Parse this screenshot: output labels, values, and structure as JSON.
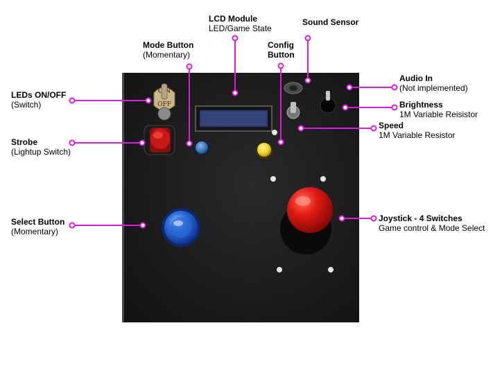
{
  "accent_color": "#e01ae0",
  "labels": {
    "lcd": {
      "title": "LCD Module",
      "subtitle": "LED/Game State"
    },
    "sound": {
      "title": "Sound Sensor"
    },
    "mode": {
      "title": "Mode Button",
      "subtitle": "(Momentary)"
    },
    "config": {
      "title": "Config",
      "subtitle": "Button"
    },
    "leds": {
      "title": "LEDs ON/OFF",
      "subtitle": "(Switch)"
    },
    "audio": {
      "title": "Audio In",
      "subtitle": "(Not implemented)"
    },
    "brightness": {
      "title": "Brightness",
      "subtitle": "1M Variable Reisistor"
    },
    "speed": {
      "title": "Speed",
      "subtitle": "1M Variable Resistor"
    },
    "strobe": {
      "title": "Strobe",
      "subtitle": "(Lightup Switch)"
    },
    "select": {
      "title": "Select Button",
      "subtitle": "(Momentary)"
    },
    "joystick": {
      "title": "Joystick - 4 Switches",
      "subtitle": "Game control & Mode Select"
    }
  },
  "toggle_switch": {
    "on_text": "ON",
    "off_text": "OFF"
  },
  "colors": {
    "strobe_button": "#c81818",
    "mode_button": "#2d6fb3",
    "config_button": "#f2d21b",
    "select_button": "#1f5fd0",
    "joystick_ball": "#e11a12"
  }
}
